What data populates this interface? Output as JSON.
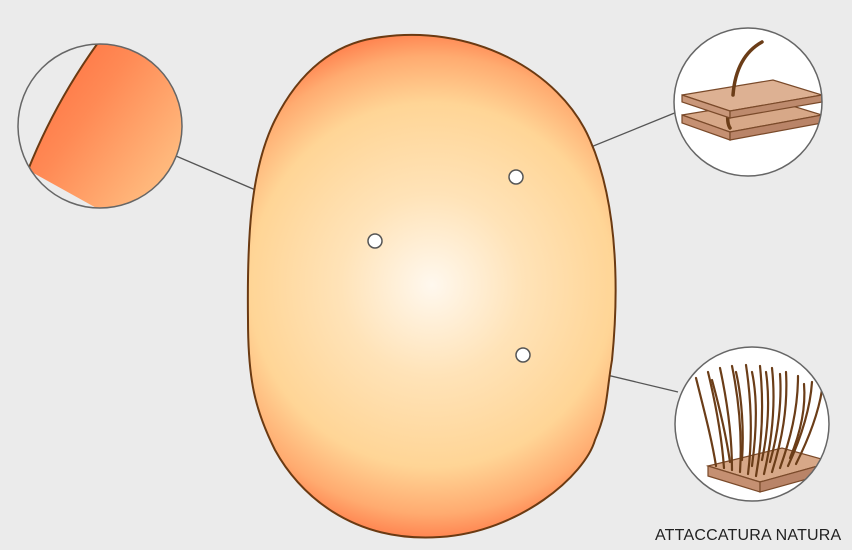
{
  "caption": "ATTACCATURA NATURA",
  "colors": {
    "background": "#ebebeb",
    "scalp_center": "#fff8ee",
    "scalp_mid": "#ffd596",
    "scalp_edge": "#ff7a48",
    "scalp_outline": "#6b3a12",
    "skin_layer": "#d7a888",
    "hair": "#6b3d18",
    "connector": "#555555"
  },
  "callouts": [
    {
      "name": "zoom-scalp-edge",
      "icon": "scalp-edge-closeup-icon"
    },
    {
      "name": "zoom-layer-hair",
      "icon": "single-hair-through-layers-icon"
    },
    {
      "name": "zoom-hair-base",
      "icon": "dense-hair-on-base-icon"
    }
  ]
}
